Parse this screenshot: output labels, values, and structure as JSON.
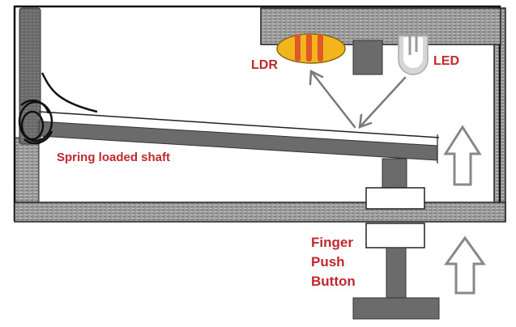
{
  "labels": {
    "ldr": "LDR",
    "led": "LED",
    "shaft": "Spring loaded shaft",
    "button_line1": "Finger",
    "button_line2": "Push",
    "button_line3": "Button"
  },
  "colors": {
    "label_red": "#c0282d",
    "frame_gray": "#8a8a8a",
    "part_gray": "#6b6b6b",
    "ldr_fill": "#f2b51c",
    "ldr_stripes": "#e0582a",
    "led_fill": "#d6d6d6",
    "arrow_gray": "#888888"
  },
  "icons": {
    "ldr": "ldr-sensor-icon",
    "led": "led-bulb-icon",
    "spring": "coil-spring-icon",
    "up_arrow": "up-arrow-icon"
  }
}
